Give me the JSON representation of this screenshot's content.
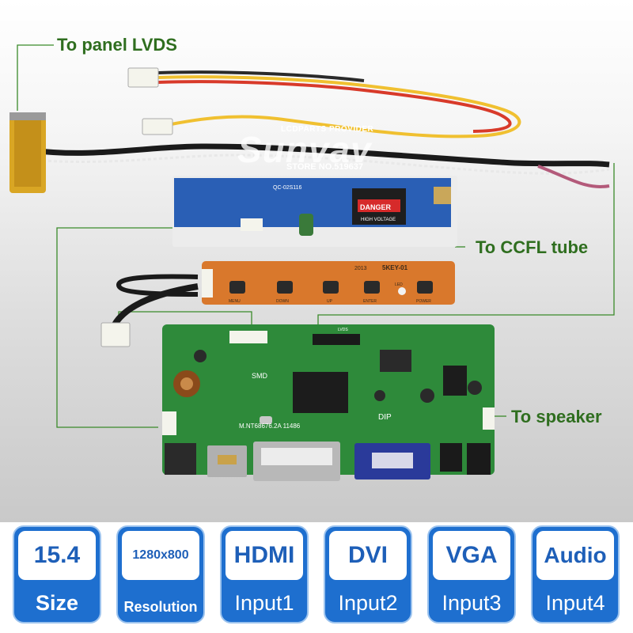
{
  "callouts": {
    "lvds": "To panel LVDS",
    "ccfl": "To CCFL tube",
    "speaker": "To speaker"
  },
  "watermark": {
    "provider": "LCDPARTS PROVIDER",
    "brand": "Sunvav",
    "store": "STORE NO.519637"
  },
  "boards": {
    "inverter": {
      "model": "QC-02S116",
      "warning": "DANGER",
      "voltage": "HIGH VOLTAGE"
    },
    "keypad": {
      "year": "2013",
      "model": "5KEY-01",
      "keys": [
        "MENU",
        "DOWN",
        "UP",
        "ENTER",
        "POWER"
      ],
      "led": "LED"
    },
    "controller": {
      "model": "M.NT68676.2A 11486",
      "smd": "SMD",
      "dip": "DIP",
      "lvds": "LVDS"
    }
  },
  "badges": [
    {
      "top": "15.4",
      "bottom": "Size"
    },
    {
      "top": "1280x800",
      "bottom": "Resolution"
    },
    {
      "top": "HDMI",
      "bottom": "Input1"
    },
    {
      "top": "DVI",
      "bottom": "Input2"
    },
    {
      "top": "VGA",
      "bottom": "Input3"
    },
    {
      "top": "Audio",
      "bottom": "Input4"
    }
  ],
  "colors": {
    "callout_text": "#2f6e1f",
    "badge_blue": "#1e6fcf",
    "board_green": "#2e8a3a",
    "inverter_blue": "#2a5fb5",
    "keypad_orange": "#d9782c",
    "guide_line": "#3a8a2a"
  }
}
